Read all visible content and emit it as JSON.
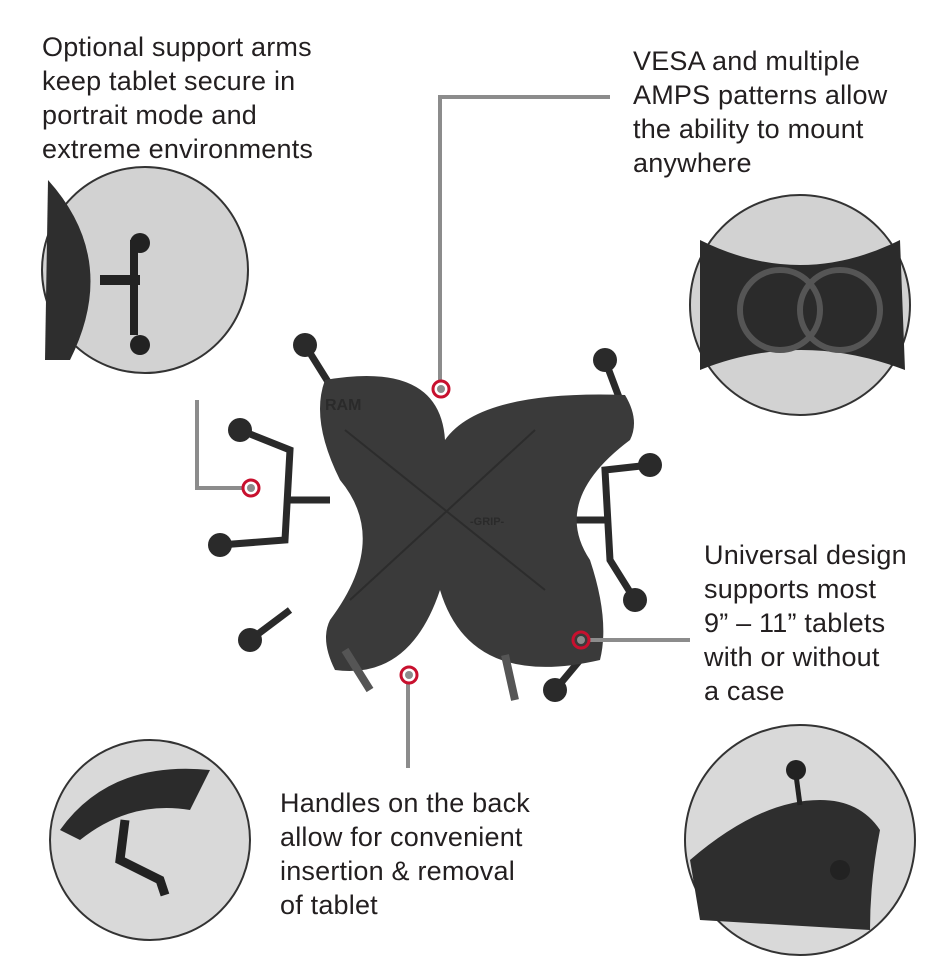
{
  "callouts": {
    "support_arms": [
      "Optional support arms",
      "keep tablet secure in",
      "portrait mode and",
      "extreme environments"
    ],
    "vesa": [
      "VESA and multiple",
      "AMPS patterns allow",
      "the ability to mount",
      "anywhere"
    ],
    "universal": [
      "Universal design",
      "supports most",
      "9” – 11” tablets",
      "with or without",
      "a case"
    ],
    "handles": [
      "Handles on the back",
      "allow for convenient",
      "insertion & removal",
      "of tablet"
    ]
  },
  "product_markings": {
    "brand": "RAM",
    "grip": "-GRIP-"
  },
  "colors": {
    "leader_line": "#8c8c8c",
    "marker_ring": "#c8102e",
    "product": "#3a3a3a",
    "text": "#231f20"
  }
}
